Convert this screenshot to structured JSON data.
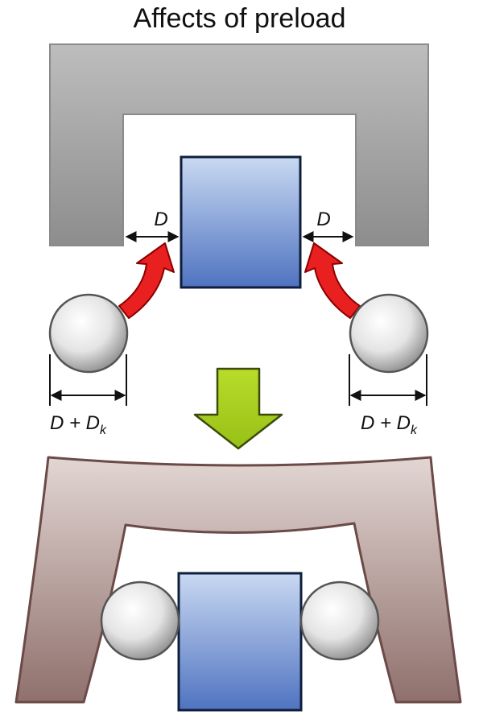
{
  "title": "Affects of preload",
  "labels": {
    "gap_left": "D",
    "gap_right": "D",
    "ball_left_main": "D + D",
    "ball_left_sub": "k",
    "ball_right_main": "D + D",
    "ball_right_sub": "k"
  },
  "colors": {
    "housing_top": "#a9a9a9",
    "housing_bottom": "#8e7470",
    "block": "#5a7cc4",
    "curved_arrow": "#e8201f",
    "down_arrow": "#a9cf1b"
  }
}
